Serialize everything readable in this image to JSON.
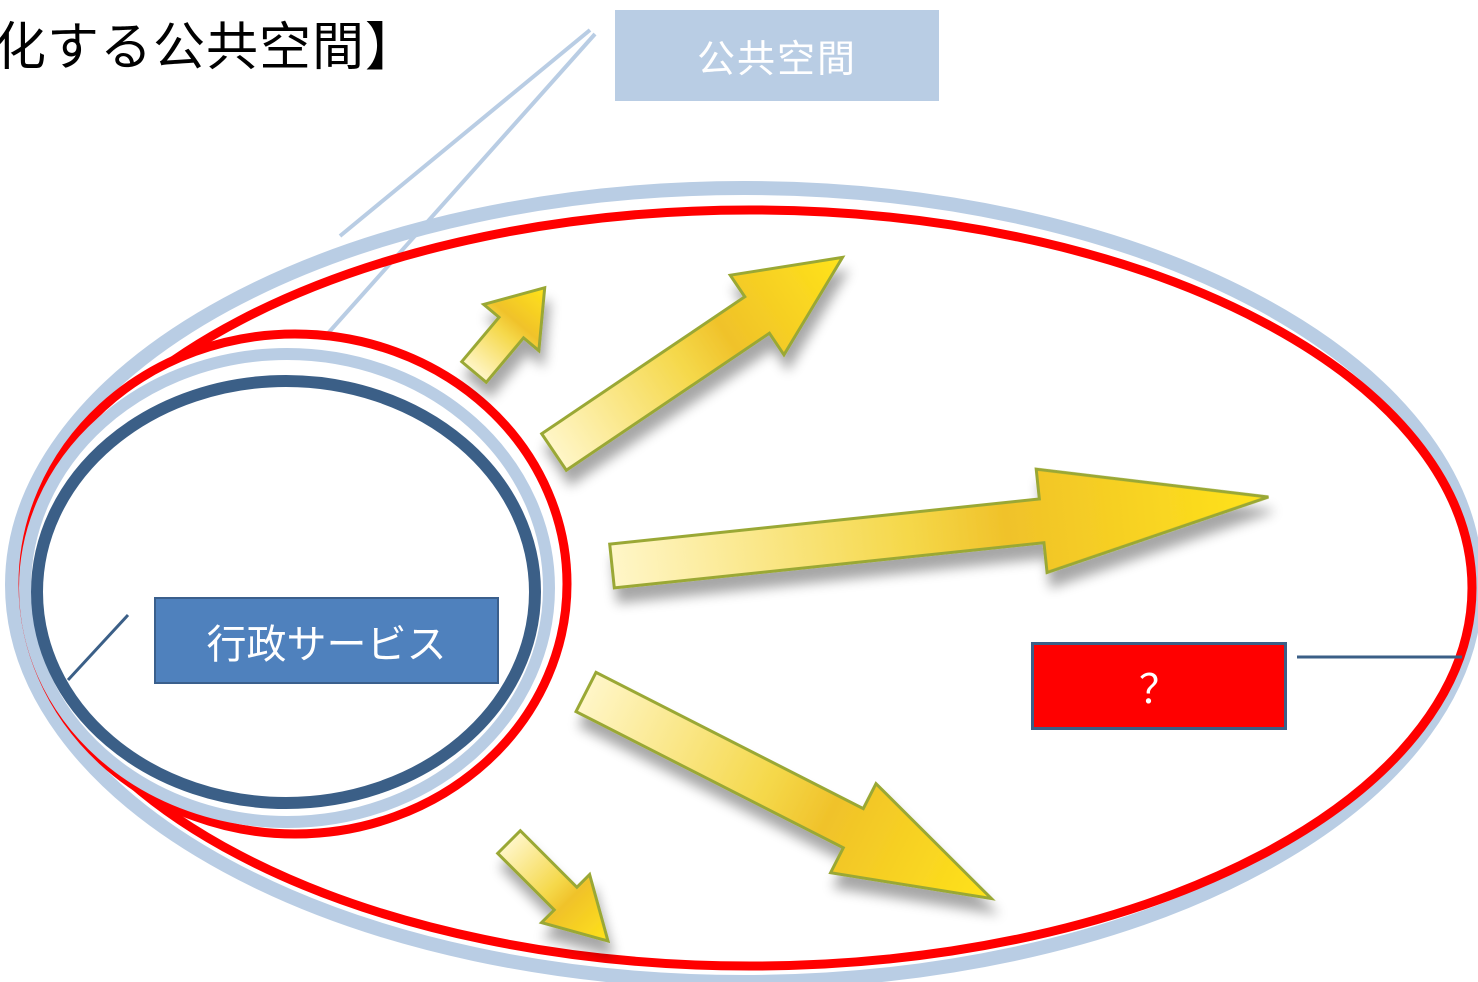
{
  "heading": "化する公共空間】",
  "labels": {
    "public_space": "公共空間",
    "government_services": "行政サービス",
    "unknown": "？"
  },
  "colors": {
    "outer_ellipse_halo": "#b9cde4",
    "red_ellipse": "#ff0000",
    "inner_circle": "#3b5f87",
    "government_box": "#4f81bd",
    "public_box": "#b9cde4",
    "arrow_fill": "#f2d21c",
    "arrow_outline": "#9aa836"
  }
}
